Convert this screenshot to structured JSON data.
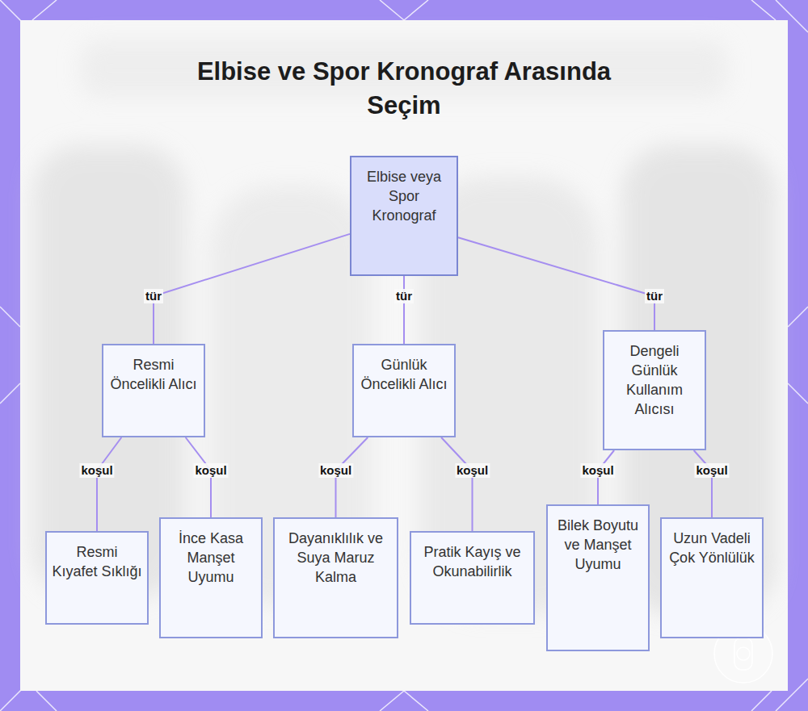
{
  "diagram": {
    "title": "Elbise ve Spor Kronograf Arasında Seçim",
    "nodes": [
      {
        "text": [
          "Elbise veya Spor Kronograf"
        ]
      },
      {
        "text": [
          "Resmi Öncelikli Alıcı"
        ]
      },
      {
        "text": [
          "Günlük Öncelikli Alıcı"
        ]
      },
      {
        "text": [
          "Dengeli Günlük Kullanım Alıcısı"
        ]
      },
      {
        "text": [
          "Resmi Kıyafet Sıklığı"
        ]
      },
      {
        "text": [
          "İnce Kasa Manşet Uyumu"
        ]
      },
      {
        "text": [
          "Dayanıklılık ve Suya Maruz Kalma"
        ]
      },
      {
        "text": [
          "Pratik Kayış ve Okunabilirlik"
        ]
      },
      {
        "text": [
          "Bilek Boyutu ve Manşet Uyumu"
        ]
      },
      {
        "text": [
          "Uzun Vadeli Çok Yönlülük"
        ]
      }
    ],
    "edges": [
      {
        "from": 0,
        "to": 1,
        "label": "tür",
        "arrow": "none"
      },
      {
        "from": 0,
        "to": 2,
        "label": "tür",
        "arrow": "none"
      },
      {
        "from": 0,
        "to": 3,
        "label": "tür",
        "arrow": "none"
      },
      {
        "from": 1,
        "to": 4,
        "label": "koşul",
        "arrow": "none"
      },
      {
        "from": 1,
        "to": 5,
        "label": "koşul",
        "arrow": "none"
      },
      {
        "from": 2,
        "to": 6,
        "label": "koşul",
        "arrow": "none"
      },
      {
        "from": 2,
        "to": 7,
        "label": "koşul",
        "arrow": "none"
      },
      {
        "from": 3,
        "to": 8,
        "label": "koşul",
        "arrow": "none"
      },
      {
        "from": 3,
        "to": 9,
        "label": "koşul",
        "arrow": "none"
      }
    ]
  }
}
